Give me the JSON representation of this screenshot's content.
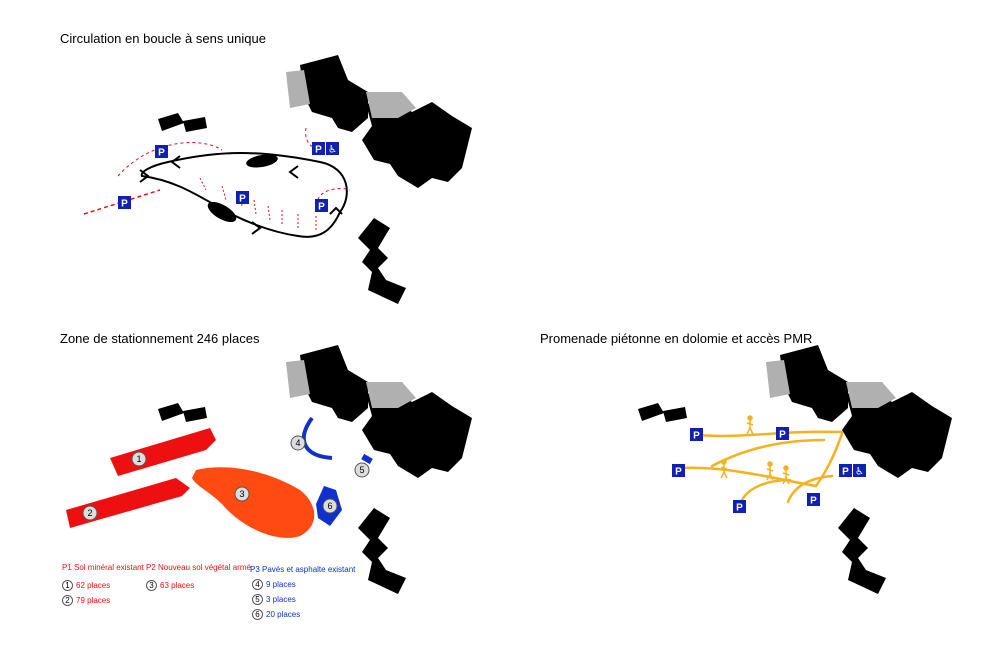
{
  "panels": {
    "circulation": {
      "title": "Circulation en boucle à sens unique"
    },
    "parking": {
      "title": "Zone de stationnement 246 places"
    },
    "promenade": {
      "title": "Promenade piétonne en dolomie et accès PMR"
    }
  },
  "colors": {
    "building": "#000000",
    "building_existing": "#b0b0b0",
    "parking_sign": "#1020b0",
    "loop_arrow": "#000000",
    "spur_red": "#e0101a",
    "p1_red": "#ee1010",
    "p2_orange": "#ff4a12",
    "p3_blue": "#1030cc",
    "path_yellow": "#f4b220",
    "walker": "#f4b220",
    "num_badge_bg": "#dddddd"
  },
  "signs": {
    "parking": "P",
    "pmr": "♿"
  },
  "zones": [
    {
      "num": "1",
      "group": "P1"
    },
    {
      "num": "2",
      "group": "P1"
    },
    {
      "num": "3",
      "group": "P2"
    },
    {
      "num": "4",
      "group": "P3"
    },
    {
      "num": "5",
      "group": "P3"
    },
    {
      "num": "6",
      "group": "P3"
    }
  ],
  "legend": {
    "p1": {
      "heading": "P1 Sol minéral existant",
      "color": "#ee1010",
      "items": [
        {
          "num": "1",
          "label": "62 places"
        },
        {
          "num": "2",
          "label": "79 places"
        }
      ]
    },
    "p2": {
      "heading": "P2 Nouveau sol végétal armé",
      "color": "#ee1010",
      "items": [
        {
          "num": "3",
          "label": "63 places"
        }
      ]
    },
    "p3": {
      "heading": "P3 Pavés et asphalte existant",
      "color": "#1030cc",
      "items": [
        {
          "num": "4",
          "label": "9 places"
        },
        {
          "num": "5",
          "label": "3 places"
        },
        {
          "num": "6",
          "label": "20 places"
        }
      ]
    }
  }
}
